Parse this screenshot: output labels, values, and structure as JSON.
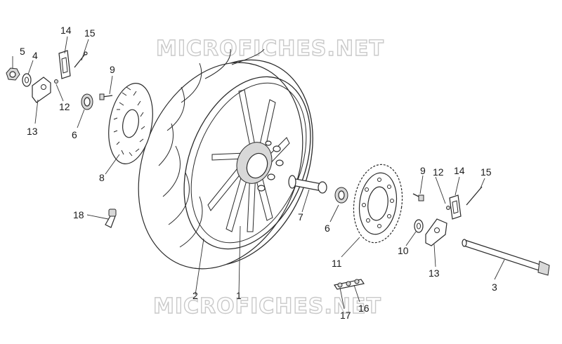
{
  "watermarks": [
    "MICROFICHES.NET",
    "MICROFICHES.NET"
  ],
  "callouts": [
    "1",
    "2",
    "3",
    "4",
    "5",
    "6",
    "6",
    "7",
    "8",
    "9",
    "9",
    "10",
    "11",
    "12",
    "12",
    "13",
    "13",
    "14",
    "14",
    "15",
    "15",
    "16",
    "17",
    "18"
  ]
}
